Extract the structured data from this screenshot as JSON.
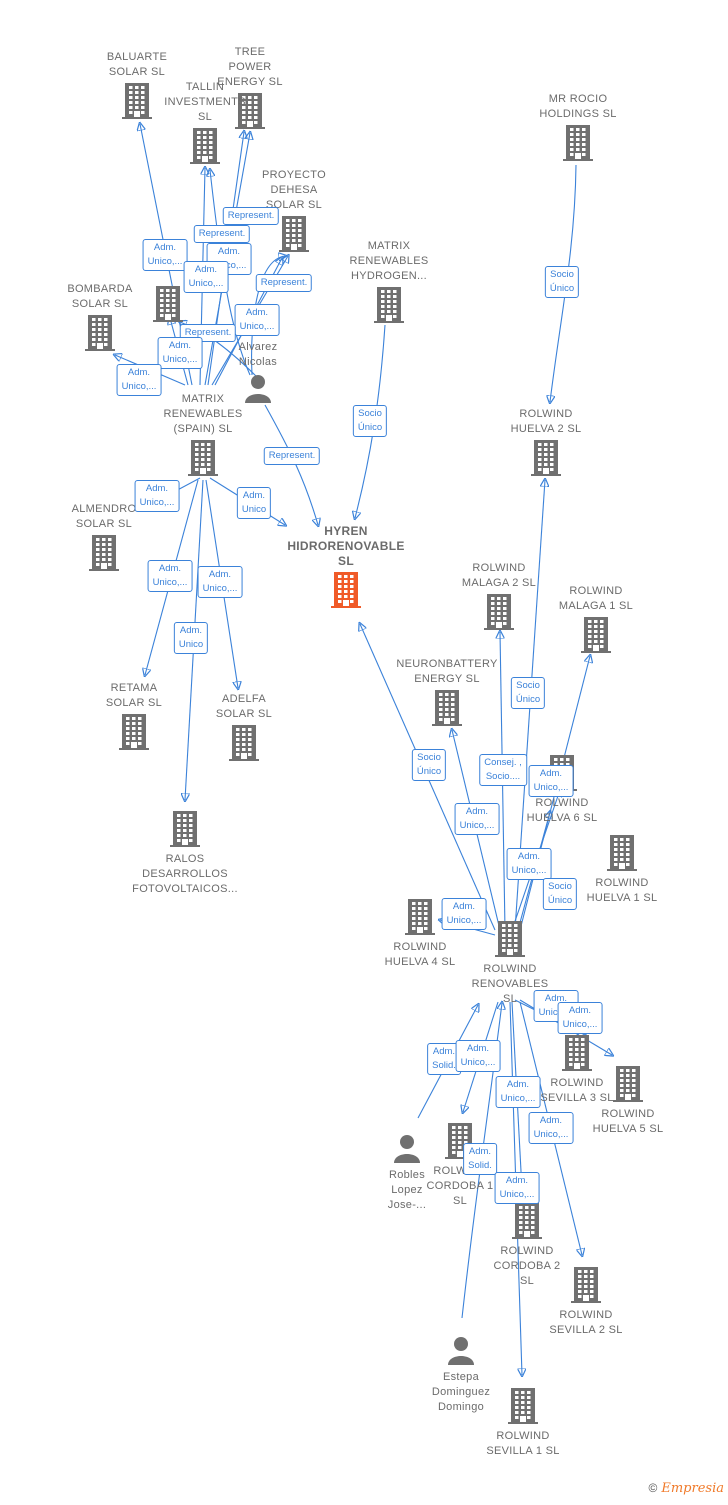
{
  "colors": {
    "edge": "#3b82d9",
    "building": "#707070",
    "focal": "#f05a28",
    "person": "#707070"
  },
  "nodes": [
    {
      "id": "baluarte",
      "kind": "company",
      "label": "BALUARTE\nSOLAR  SL"
    },
    {
      "id": "tree",
      "kind": "company",
      "label": "TREE\nPOWER\nENERGY  SL"
    },
    {
      "id": "tallin",
      "kind": "company",
      "label": "TALLIN\nINVESTMENTS\nSL"
    },
    {
      "id": "proyecto",
      "kind": "company",
      "label": "PROYECTO\nDEHESA\nSOLAR  SL"
    },
    {
      "id": "mr_rocio",
      "kind": "company",
      "label": "MR ROCIO\nHOLDINGS  SL"
    },
    {
      "id": "matrix_hydrogen",
      "kind": "company",
      "label": "MATRIX\nRENEWABLES\nHYDROGEN..."
    },
    {
      "id": "bombarda",
      "kind": "company",
      "label": "BOMBARDA\nSOLAR  SL"
    },
    {
      "id": "unlabeled1",
      "kind": "company",
      "label": ""
    },
    {
      "id": "alvarez",
      "kind": "person",
      "label": "Alvarez\nNicolas"
    },
    {
      "id": "matrix_spain",
      "kind": "company",
      "label": "MATRIX\nRENEWABLES\n(SPAIN)  SL"
    },
    {
      "id": "rolwind_huelva2",
      "kind": "company",
      "label": "ROLWIND\nHUELVA 2  SL"
    },
    {
      "id": "almendro",
      "kind": "company",
      "label": "ALMENDRO\nSOLAR  SL"
    },
    {
      "id": "hyren",
      "kind": "focal",
      "label": "HYREN\nHIDRORENOVABLE\nSL"
    },
    {
      "id": "rolwind_malaga2",
      "kind": "company",
      "label": "ROLWIND\nMALAGA 2  SL"
    },
    {
      "id": "rolwind_malaga1",
      "kind": "company",
      "label": "ROLWIND\nMALAGA 1  SL"
    },
    {
      "id": "retama",
      "kind": "company",
      "label": "RETAMA\nSOLAR  SL"
    },
    {
      "id": "adelfa",
      "kind": "company",
      "label": "ADELFA\nSOLAR  SL"
    },
    {
      "id": "neuron",
      "kind": "company",
      "label": "NEURONBATTERY\nENERGY  SL"
    },
    {
      "id": "rolwind_huelva6",
      "kind": "company",
      "label": "ROLWIND\nHUELVA 6  SL"
    },
    {
      "id": "ralos",
      "kind": "company",
      "label": "RALOS\nDESARROLLOS\nFOTOVOLTAICOS..."
    },
    {
      "id": "rolwind_huelva1",
      "kind": "company",
      "label": "ROLWIND\nHUELVA 1  SL"
    },
    {
      "id": "rolwind_huelva4",
      "kind": "company",
      "label": "ROLWIND\nHUELVA 4  SL"
    },
    {
      "id": "rolwind_renovables",
      "kind": "company",
      "label": "ROLWIND\nRENOVABLES\nSL"
    },
    {
      "id": "rolwind_sevilla3",
      "kind": "company",
      "label": "ROLWIND\nSEVILLA 3  SL"
    },
    {
      "id": "rolwind_huelva5",
      "kind": "company",
      "label": "ROLWIND\nHUELVA 5  SL"
    },
    {
      "id": "robles",
      "kind": "person",
      "label": "Robles\nLopez\nJose-..."
    },
    {
      "id": "rolwind_cordoba1",
      "kind": "company",
      "label": "ROLWIND\nCORDOBA 1\nSL"
    },
    {
      "id": "rolwind_cordoba2",
      "kind": "company",
      "label": "ROLWIND\nCORDOBA 2\nSL"
    },
    {
      "id": "rolwind_sevilla2",
      "kind": "company",
      "label": "ROLWIND\nSEVILLA 2  SL"
    },
    {
      "id": "estepa",
      "kind": "person",
      "label": "Estepa\nDominguez\nDomingo"
    },
    {
      "id": "rolwind_sevilla1",
      "kind": "company",
      "label": "ROLWIND\nSEVILLA 1  SL"
    }
  ],
  "badges": [
    "Represent.",
    "Represent.",
    "Adm.\nUnico,...",
    "Adm.\nUnico,...",
    "Adm.\nUnico,...",
    "Represent.",
    "Adm.\nUnico,...",
    "Represent.",
    "Adm.\nUnico,...",
    "Adm.\nUnico,...",
    "Represent.",
    "Socio\nÚnico",
    "Socio\nÚnico",
    "Adm.\nUnico,...",
    "Adm.\nUnico",
    "Adm.\nUnico,...",
    "Adm.\nUnico,...",
    "Adm.\nUnico",
    "Socio\nÚnico",
    "Socio\nÚnico",
    "Consej. ,\nSocio....",
    "Adm.\nUnico,...",
    "Adm.\nUnico,...",
    "Adm.\nUnico,...",
    "Socio\nÚnico",
    "Adm.\nUnico,...",
    "Adm.\nUnico,...",
    "Adm.\nUnico,...",
    "Adm.\nSolid.",
    "Adm.\nUnico,...",
    "Adm.\nUnico,...",
    "Adm.\nUnico,...",
    "Adm.\nSolid.",
    "Adm.\nUnico,..."
  ],
  "brand": {
    "copyright": "©",
    "name": "Empresia"
  }
}
